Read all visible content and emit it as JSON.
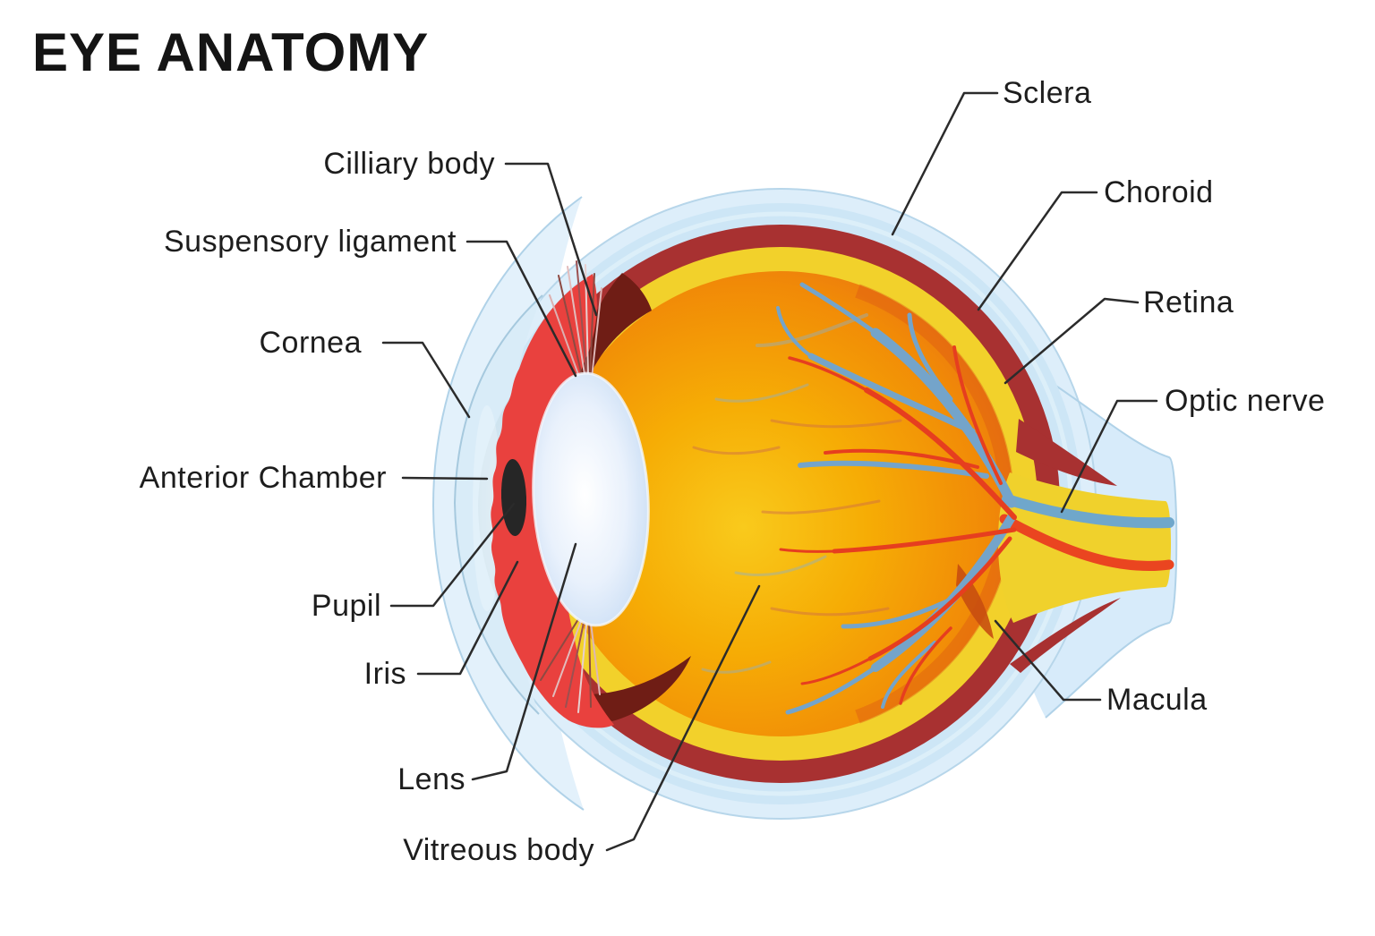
{
  "title": "EYE ANATOMY",
  "labels": {
    "cilliary_body": "Cilliary body",
    "suspensory_ligament": "Suspensory ligament",
    "cornea": "Cornea",
    "anterior_chamber": "Anterior Chamber",
    "pupil": "Pupil",
    "iris": "Iris",
    "lens": "Lens",
    "vitreous_body": "Vitreous body",
    "sclera": "Sclera",
    "choroid": "Choroid",
    "retina": "Retina",
    "optic_nerve": "Optic nerve",
    "macula": "Macula"
  },
  "colors": {
    "background": "#ffffff",
    "label_text": "#1d1d1d",
    "leader_line": "#2b2b2b",
    "sclera_halo": "#ddeefa",
    "sclera_main": "#cde6f6",
    "choroid_red": "#a83131",
    "retina_yellow": "#f2d12b",
    "vitreous_center": "#f9ca1c",
    "vitreous_edge": "#e4611c",
    "ciliary_iris_red": "#e9413e",
    "shadow_maroon": "#6f1d15",
    "lens_blue": "#c4daf3",
    "pupil_black": "#262626",
    "vein_blue": "#74a4ca",
    "artery_red": "#e63e1f",
    "macula_dark": "#c84e10"
  }
}
